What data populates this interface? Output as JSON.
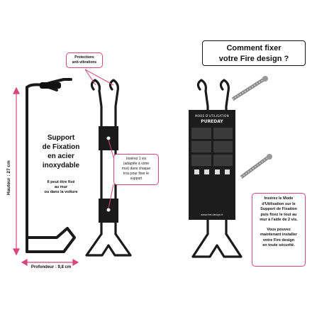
{
  "callouts": {
    "protections": [
      "Protections",
      "anti-vibrations"
    ],
    "screw_note": [
      "Insérez 1 vis",
      "(adaptée à votre",
      "mur) dans chaque",
      "trou pour fixer le",
      "support"
    ],
    "title": [
      "Comment fixer",
      "votre Fire design ?"
    ],
    "instructions_1": [
      "Insérez le Mode",
      "d'Utilisation sur le",
      "Support de Fixation",
      "puis fixez le tout au",
      "mur à l'aide de 2 vis."
    ],
    "instructions_2": [
      "Vous pouvez",
      "maintenant installer",
      "votre Fire design",
      "en toute sécurité."
    ]
  },
  "product": {
    "name_lines": [
      "Support",
      "de Fixation",
      "en acier",
      "inoxydable"
    ],
    "note_lines": [
      "Il peut être fixé",
      "au mur",
      "ou dans la voiture"
    ]
  },
  "dimensions": {
    "height": "Hauteur : 27 cm",
    "depth": "Profondeur : 9,8 cm"
  },
  "manual": {
    "header": "MODE D'UTILISATION",
    "brand": "PUREDAY",
    "website": "www.fire-design.fr"
  },
  "colors": {
    "accent_pink": "#d8457a",
    "metal": "#1a1a1a",
    "manual_bg": "#1c1c1c"
  }
}
